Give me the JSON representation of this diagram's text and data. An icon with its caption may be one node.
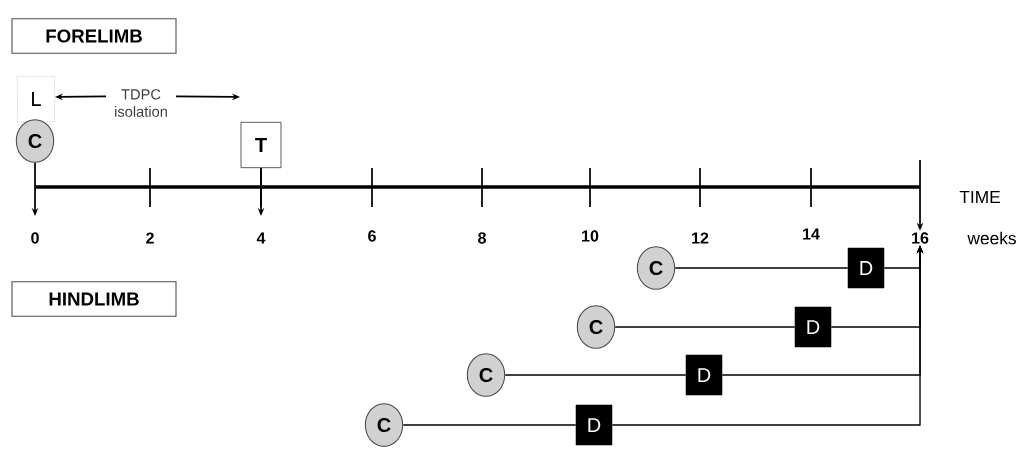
{
  "diagram": {
    "nodes": [
      {
        "text": [
          "FORELIMB"
        ]
      },
      {
        "text": [
          "L"
        ]
      },
      {
        "text": [
          "C"
        ]
      },
      {
        "text": [
          "T"
        ]
      },
      {
        "text": [
          "HINDLIMB"
        ]
      },
      {
        "text": [
          "C"
        ]
      },
      {
        "text": [
          "C"
        ]
      },
      {
        "text": [
          "C"
        ]
      },
      {
        "text": [
          "C"
        ]
      },
      {
        "text": [
          "D"
        ]
      },
      {
        "text": [
          "D"
        ]
      },
      {
        "text": [
          "D"
        ]
      },
      {
        "text": [
          "D"
        ]
      },
      {
        "text": [
          "TDPC isolation"
        ]
      },
      {
        "text": [
          "16"
        ]
      }
    ],
    "edges": [
      {
        "from": 13,
        "to": 1,
        "arrow": "to"
      },
      {
        "from": 13,
        "to": null,
        "arrow": "to"
      },
      {
        "from": 2,
        "to": null,
        "arrow": "to"
      },
      {
        "from": 3,
        "to": null,
        "arrow": "to"
      },
      {
        "from": 5,
        "to": 9,
        "arrow": "none"
      },
      {
        "from": 6,
        "to": 10,
        "arrow": "none"
      },
      {
        "from": 7,
        "to": 11,
        "arrow": "none"
      },
      {
        "from": 8,
        "to": 12,
        "arrow": "none"
      },
      {
        "from": 9,
        "to": 14,
        "arrow": "to"
      },
      {
        "from": 10,
        "to": 14,
        "arrow": "to"
      },
      {
        "from": 11,
        "to": 14,
        "arrow": "to"
      },
      {
        "from": 12,
        "to": 14,
        "arrow": "to"
      },
      {
        "from": null,
        "to": 14,
        "arrow": "to"
      }
    ],
    "labels": [
      "TIME",
      "0",
      "2",
      "4",
      "6",
      "8",
      "10",
      "12",
      "14",
      "weeks"
    ]
  }
}
